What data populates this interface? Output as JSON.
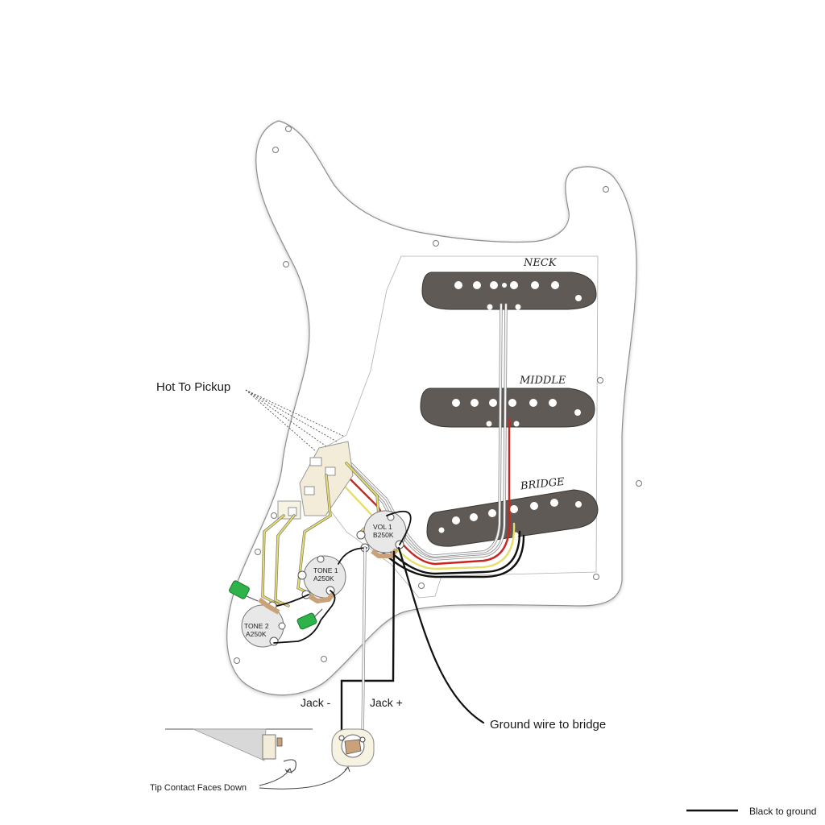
{
  "labels": {
    "hot_to_pickup": "Hot To Pickup",
    "jack_minus": "Jack -",
    "jack_plus": "Jack +",
    "ground_wire": "Ground wire to bridge",
    "tip_contact": "Tip Contact Faces Down",
    "legend_black": "Black to ground"
  },
  "pickups": {
    "neck": "NECK",
    "middle": "MIDDLE",
    "bridge": "BRIDGE"
  },
  "pots": {
    "vol1_name": "VOL 1",
    "vol1_value": "B250K",
    "tone1_name": "TONE 1",
    "tone1_value": "A250K",
    "tone2_name": "TONE 2",
    "tone2_value": "A250K"
  },
  "colors": {
    "pickguard_fill": "#ffffff",
    "outline": "#9a9a9a",
    "pickup_fill": "#5f5a55",
    "wire_black": "#111111",
    "wire_red": "#c8261e",
    "wire_yellow": "#e8dd6a",
    "wire_white": "#f4f4f4",
    "capacitor": "#2eb34b",
    "pot_lug": "#c9a27a"
  }
}
